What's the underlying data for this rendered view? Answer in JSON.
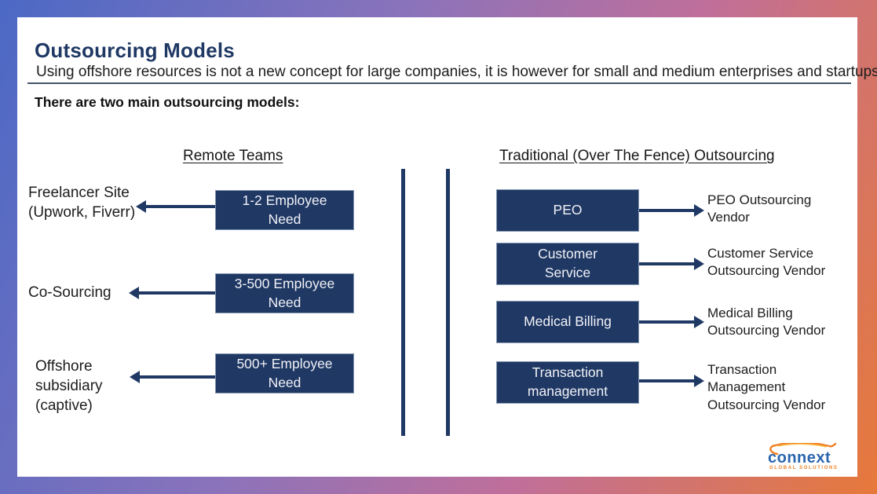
{
  "slide": {
    "title": "Outsourcing Models",
    "subtitle": "Using offshore resources is not a new concept for large companies, it is however for small and medium enterprises and startups",
    "intro": "There are two main outsourcing models:"
  },
  "remote": {
    "heading": "Remote Teams",
    "rows": [
      {
        "label": "Freelancer Site\n(Upwork, Fiverr)",
        "box": "1-2 Employee\nNeed"
      },
      {
        "label": "Co-Sourcing",
        "box": "3-500 Employee\nNeed"
      },
      {
        "label": "Offshore\nsubsidiary\n(captive)",
        "box": "500+ Employee\nNeed"
      }
    ]
  },
  "traditional": {
    "heading": "Traditional (Over The Fence) Outsourcing",
    "rows": [
      {
        "box": "PEO",
        "label": "PEO Outsourcing\nVendor"
      },
      {
        "box": "Customer\nService",
        "label": "Customer Service\nOutsourcing Vendor"
      },
      {
        "box": "Medical Billing",
        "label": "Medical Billing\nOutsourcing Vendor"
      },
      {
        "box": "Transaction\nmanagement",
        "label": "Transaction\nManagement\nOutsourcing Vendor"
      }
    ]
  },
  "logo": {
    "name": "connext",
    "tagline": "GLOBAL SOLUTIONS"
  },
  "colors": {
    "navy": "#1F3864",
    "title_blue": "#1F3864",
    "underline": "#44546A",
    "logo_blue": "#2A65AE",
    "logo_orange": "#F08125",
    "gradient_start": "#4B69C5",
    "gradient_mid1": "#8A73BB",
    "gradient_mid2": "#C06F9A",
    "gradient_end": "#E7793A"
  }
}
